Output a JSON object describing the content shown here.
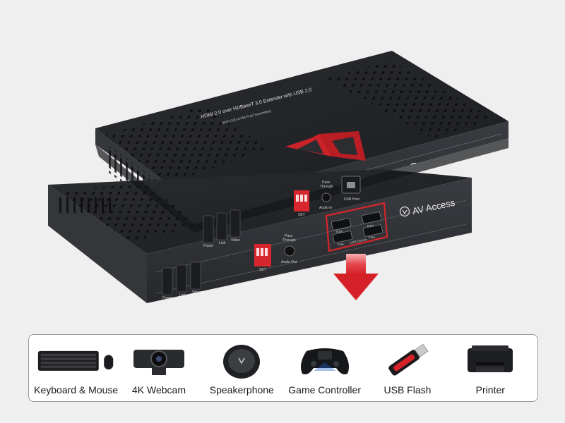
{
  "top_unit": {
    "title_line1": "HDMI 2.0 over HDBaseT 3.0 Extender with USB 2.0",
    "title_line2": "4KEX100-KVM-Pro(Transmitter)",
    "brand": "AV Access",
    "dip_label": "SET",
    "pass_label_1": "Pass",
    "pass_label_2": "Through",
    "audio_label": "Audio In",
    "usb_host_label": "USB Host",
    "led_power": "Power",
    "led_link": "Link",
    "led_video": "Video"
  },
  "bottom_unit": {
    "brand": "AV Access",
    "dip_label": "SET",
    "pass_label_1": "Pass",
    "pass_label_2": "Through",
    "audio_label": "Audio Out",
    "usb_device_label": "USB Device",
    "port_rating_1": "0.6A",
    "port_rating_2": "0.6A",
    "port_rating_3": "0.6A",
    "port_rating_4": "0.6A",
    "led_power": "Power",
    "led_link": "Link",
    "led_video": "Video"
  },
  "colors": {
    "accent_red": "#d6262c",
    "device_body": "#2b2d31",
    "device_top": "#1f2024"
  },
  "devices": [
    {
      "label": "Keyboard & Mouse",
      "icon": "keyboard-mouse-icon"
    },
    {
      "label": "4K Webcam",
      "icon": "webcam-icon"
    },
    {
      "label": "Speakerphone",
      "icon": "speakerphone-icon"
    },
    {
      "label": "Game Controller",
      "icon": "game-controller-icon"
    },
    {
      "label": "USB Flash",
      "icon": "usb-flash-icon"
    },
    {
      "label": "Printer",
      "icon": "printer-icon"
    }
  ]
}
